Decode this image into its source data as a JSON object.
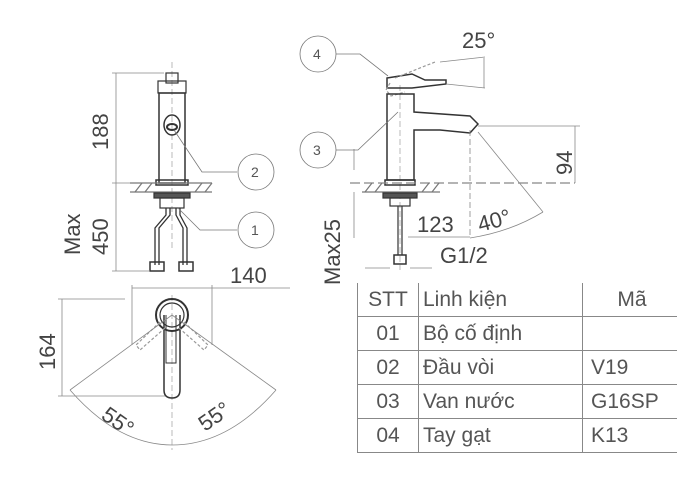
{
  "front_view": {
    "dim_height": "188",
    "dim_max_label": "Max",
    "dim_hose": "450",
    "dim_width": "140",
    "callouts": [
      "2",
      "1"
    ]
  },
  "side_view": {
    "dim_lever_angle": "25°",
    "dim_spout_height": "94",
    "dim_max_thickness": "Max25",
    "dim_reach": "123",
    "dim_spray_angle": "40°",
    "dim_thread": "G1/2",
    "callouts": [
      "4",
      "3"
    ]
  },
  "top_view": {
    "dim_depth": "164",
    "angle_left": "55°",
    "angle_right": "55°"
  },
  "parts_table": {
    "headers": [
      "STT",
      "Linh kiện",
      "Mã"
    ],
    "rows": [
      {
        "stt": "01",
        "name": "Bộ cố định",
        "code": ""
      },
      {
        "stt": "02",
        "name": "Đầu vòi",
        "code": "V19"
      },
      {
        "stt": "03",
        "name": "Van nước",
        "code": "G16SP"
      },
      {
        "stt": "04",
        "name": "Tay gạt",
        "code": "K13"
      }
    ]
  }
}
